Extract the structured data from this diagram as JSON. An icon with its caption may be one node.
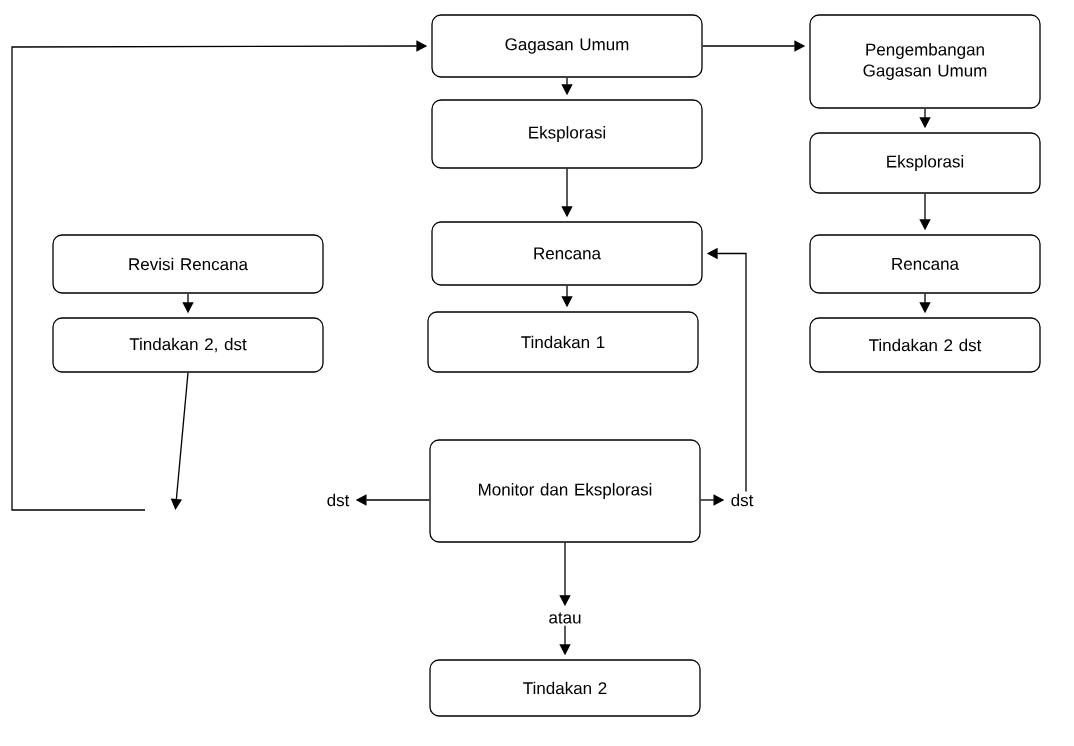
{
  "diagram": {
    "nodes": [
      {
        "text": [
          "Gagasan Umum"
        ]
      },
      {
        "text": [
          "Pengembangan Gagasan Umum"
        ]
      },
      {
        "text": [
          "Eksplorasi"
        ]
      },
      {
        "text": [
          "Eksplorasi"
        ]
      },
      {
        "text": [
          "Revisi Rencana"
        ]
      },
      {
        "text": [
          "Rencana"
        ]
      },
      {
        "text": [
          "Rencana"
        ]
      },
      {
        "text": [
          "Tindakan 2, dst"
        ]
      },
      {
        "text": [
          "Tindakan 1"
        ]
      },
      {
        "text": [
          "Tindakan 2 dst"
        ]
      },
      {
        "text": [
          "Monitor dan Eksplorasi"
        ]
      },
      {
        "text": [
          "dst"
        ]
      },
      {
        "text": [
          "dst"
        ]
      },
      {
        "text": [
          "atau"
        ]
      },
      {
        "text": [
          "Tindakan 2"
        ]
      }
    ],
    "edges": [
      {
        "from": 0,
        "to": 1,
        "arrow": "to"
      },
      {
        "from": 0,
        "to": 2,
        "arrow": "to"
      },
      {
        "from": 2,
        "to": 5,
        "arrow": "to"
      },
      {
        "from": 5,
        "to": 8,
        "arrow": "to"
      },
      {
        "from": 1,
        "to": 3,
        "arrow": "to"
      },
      {
        "from": 3,
        "to": 6,
        "arrow": "to"
      },
      {
        "from": 6,
        "to": 9,
        "arrow": "to"
      },
      {
        "from": 4,
        "to": 7,
        "arrow": "to"
      },
      {
        "from": 7,
        "to": null,
        "arrow": "to"
      },
      {
        "from": null,
        "to": 0,
        "arrow": "to"
      },
      {
        "from": 10,
        "to": 11,
        "arrow": "to"
      },
      {
        "from": 10,
        "to": 12,
        "arrow": "to"
      },
      {
        "from": 12,
        "to": 5,
        "arrow": "to"
      },
      {
        "from": 10,
        "to": 13,
        "arrow": "to"
      },
      {
        "from": 13,
        "to": 14,
        "arrow": "to"
      }
    ]
  }
}
